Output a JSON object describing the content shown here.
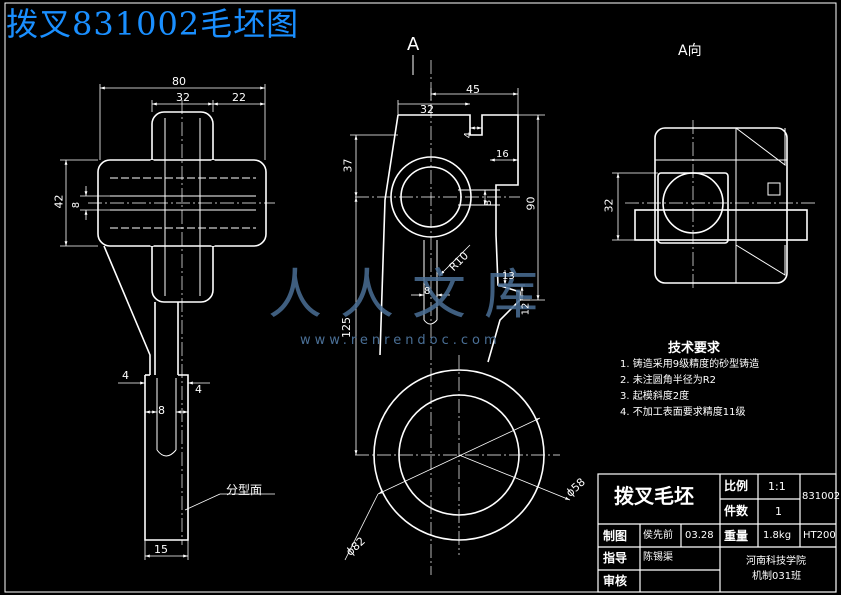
{
  "title": "拨叉831002毛坯图",
  "view_labels": {
    "section_marker": "A",
    "aux_view": "A向"
  },
  "dimensions": {
    "d80": "80",
    "d32_top": "32",
    "d22": "22",
    "d42": "42",
    "d8_left": "8",
    "d4_a": "4",
    "d4_b": "4",
    "d8_slot": "8",
    "d15": "15",
    "d32_mid": "32",
    "d45": "45",
    "d4_mid": "4",
    "d16": "16",
    "d37": "37",
    "d8_mid": "8",
    "d90": "90",
    "d13": "13",
    "d12": "12",
    "r10": "R10",
    "d8_web": "8",
    "d125": "125",
    "phi58": "ϕ58",
    "phi82": "ϕ82",
    "d32_right": "32"
  },
  "parting_label": "分型面",
  "tech_req": {
    "title": "技术要求",
    "items": [
      "1. 铸造采用9级精度的砂型铸造",
      "2. 未注圆角半径为R2",
      "3. 起模斜度2度",
      "4. 不加工表面要求精度11级"
    ]
  },
  "title_block": {
    "part_name": "拨叉毛坯",
    "scale_label": "比例",
    "scale_value": "1:1",
    "qty_label": "件数",
    "qty_value": "1",
    "drawing_no": "831002",
    "draw_label": "制图",
    "drawer": "侯先前",
    "date": "03.28",
    "weight_label": "重量",
    "weight": "1.8kg",
    "material": "HT200",
    "guide_label": "指导",
    "guide": "陈锡渠",
    "check_label": "审核",
    "school": "河南科技学院",
    "class": "机制031班"
  },
  "watermark": {
    "text": "人人文库",
    "url": "www.renrendoc.com"
  },
  "colors": {
    "background": "#000000",
    "line": "#ffffff",
    "title": "#1a8fff",
    "watermark": "#4a6f96"
  }
}
